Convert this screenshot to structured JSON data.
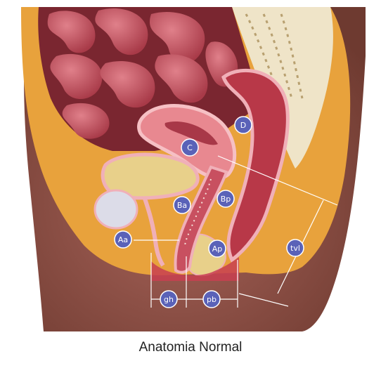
{
  "caption": "Anatomia Normal",
  "points": {
    "d": "D",
    "c": "C",
    "ba": "Ba",
    "bp": "Bp",
    "aa": "Aa",
    "ap": "Ap",
    "tvl": "tvl",
    "gh": "gh",
    "pb": "pb"
  },
  "colors": {
    "fat": "#e8a23c",
    "organ": "#c8505a",
    "bladder": "#e8d08a",
    "skin": "#8a4a3a",
    "marker": "#5a62b8"
  }
}
